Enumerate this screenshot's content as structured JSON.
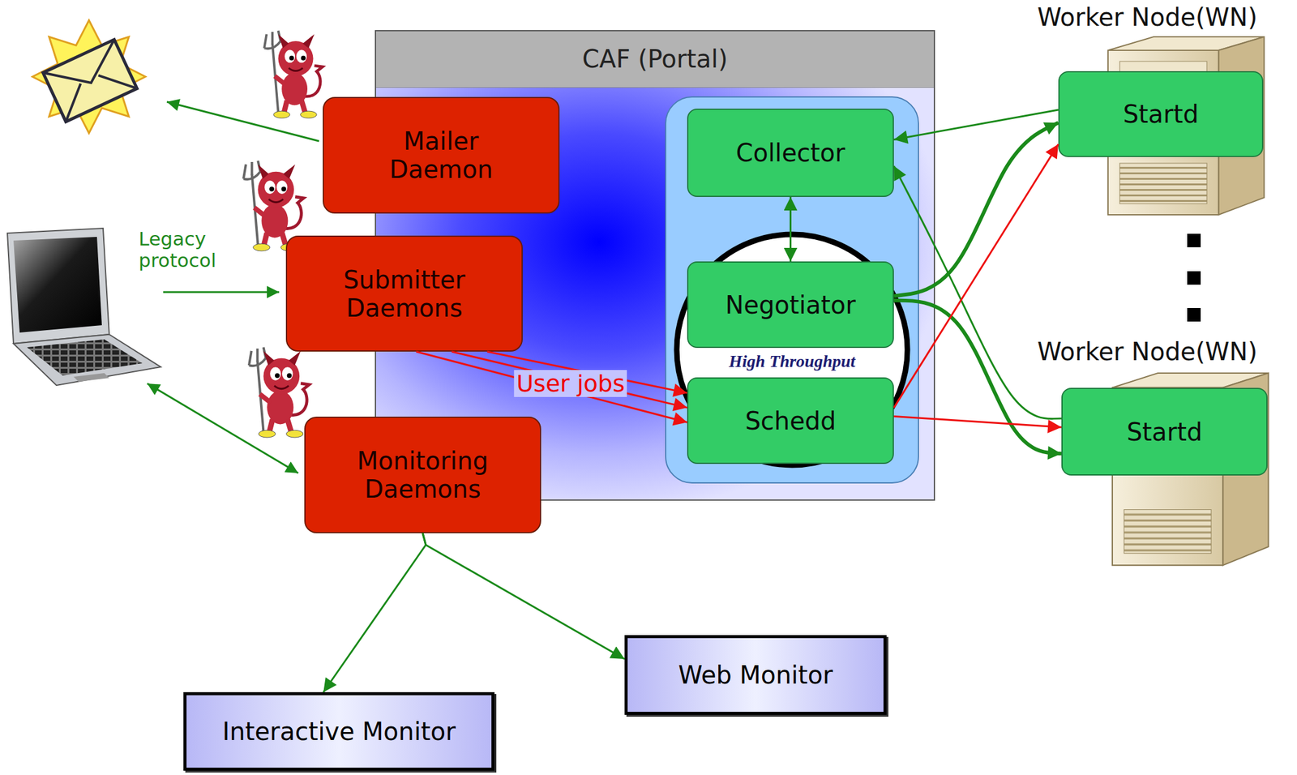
{
  "diagram": {
    "nodes": [
      {
        "text": [
          "CAF (Portal)"
        ]
      },
      {
        "text": [
          "Mailer Daemon"
        ]
      },
      {
        "text": [
          "Submitter Daemons"
        ]
      },
      {
        "text": [
          "Monitoring Daemons"
        ]
      },
      {
        "text": [
          "High Throughput"
        ],
        "in": 0
      },
      {
        "text": [
          "Collector"
        ],
        "in": 4
      },
      {
        "text": [
          "Negotiator"
        ],
        "in": 4
      },
      {
        "text": [
          "Schedd"
        ],
        "in": 4
      },
      {
        "text": [
          "Worker Node(WN)"
        ]
      },
      {
        "text": [
          "Startd"
        ],
        "in": 8
      },
      {
        "text": [
          "Worker Node(WN)"
        ]
      },
      {
        "text": [
          "Startd"
        ],
        "in": 10
      },
      {
        "text": [
          "Web Monitor"
        ]
      },
      {
        "text": [
          "Interactive Monitor"
        ]
      }
    ],
    "edges": [
      {
        "from": 3,
        "to": 13,
        "arrow": "to"
      },
      {
        "from": 3,
        "to": 12,
        "arrow": "to"
      },
      {
        "from": 2,
        "to": 7,
        "label": "User jobs",
        "arrow": "to"
      },
      {
        "from": 2,
        "to": 7,
        "arrow": "to"
      },
      {
        "from": 2,
        "to": 7,
        "arrow": "to"
      },
      {
        "from": 5,
        "to": 6,
        "arrow": "both"
      },
      {
        "from": 9,
        "to": 5,
        "arrow": "to"
      },
      {
        "from": 11,
        "to": 5,
        "arrow": "to"
      },
      {
        "from": 6,
        "to": 9,
        "arrow": "to"
      },
      {
        "from": 6,
        "to": 11,
        "arrow": "to"
      },
      {
        "from": 7,
        "to": 9,
        "arrow": "to"
      },
      {
        "from": 7,
        "to": 11,
        "arrow": "to"
      }
    ],
    "labels": [
      "Legacy protocol"
    ]
  }
}
